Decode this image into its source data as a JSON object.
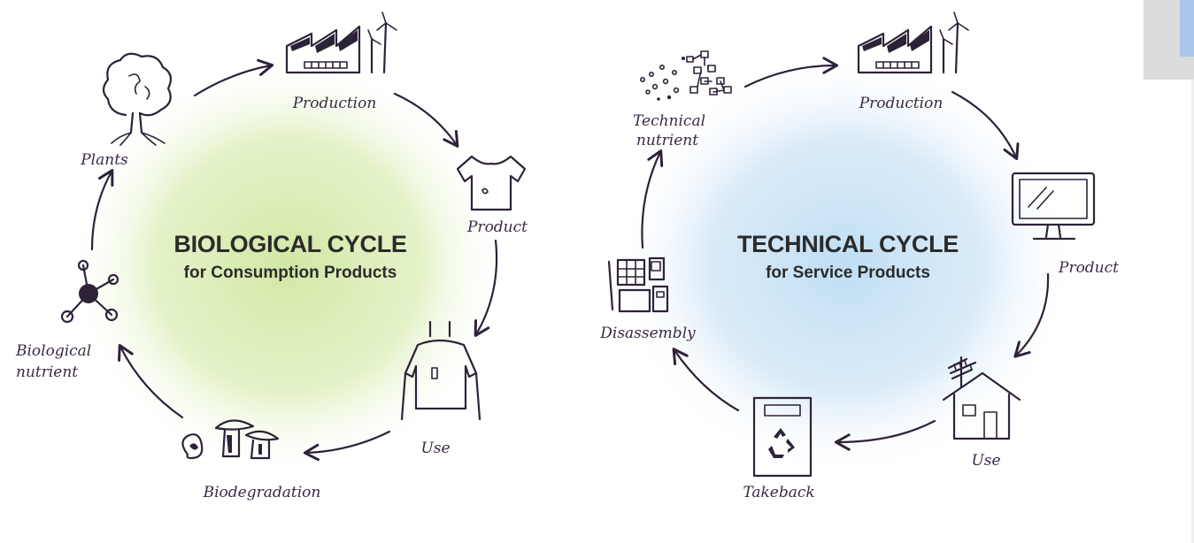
{
  "biological": {
    "title": "BIOLOGICAL CYCLE",
    "subtitle": "for Consumption Products",
    "glow_color": "#cfe6a0",
    "stages": [
      "Production",
      "Product",
      "Use",
      "Biodegradation",
      "Biological nutrient",
      "Plants"
    ],
    "nutrient_line1": "Biological",
    "nutrient_line2": "nutrient"
  },
  "technical": {
    "title": "TECHNICAL CYCLE",
    "subtitle": "for Service Products",
    "glow_color": "#bcdcf3",
    "stages": [
      "Production",
      "Product",
      "Use",
      "Takeback",
      "Disassembly",
      "Technical nutrient"
    ],
    "nutrient_line1": "Technical",
    "nutrient_line2": "nutrient"
  },
  "icons": {
    "bio_production": "factory-icon",
    "bio_product": "tshirt-icon",
    "bio_use": "person-wearing-shirt-icon",
    "bio_biodegradation": "mushrooms-and-worm-icon",
    "bio_nutrient": "molecule-icon",
    "bio_plants": "tree-icon",
    "tech_production": "factory-icon",
    "tech_product": "monitor-icon",
    "tech_use": "house-with-antenna-icon",
    "tech_takeback": "recycling-bin-icon",
    "tech_disassembly": "component-parts-icon",
    "tech_nutrient": "particles-icon"
  },
  "colors": {
    "ink": "#2e2238",
    "title": "#2b2b2b"
  }
}
